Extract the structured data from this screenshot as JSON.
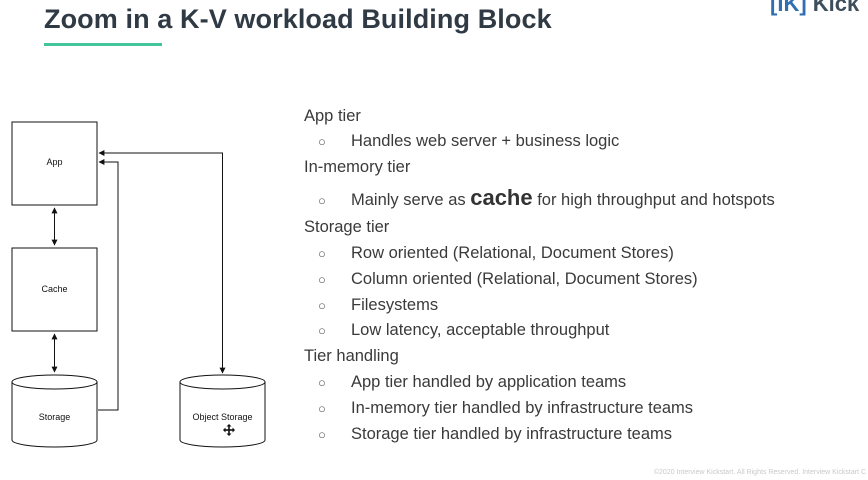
{
  "header": {
    "title": "Zoom in a K-V workload Building Block",
    "logo_bracket": "[IK]",
    "logo_text": "Kick"
  },
  "diagram": {
    "app_label": "App",
    "cache_label": "Cache",
    "storage_label": "Storage",
    "object_storage_label": "Object Storage",
    "move_icon": "move-cross-icon"
  },
  "tiers": {
    "app": {
      "title": "App tier",
      "bullet_1": "Handles web server + business logic"
    },
    "memory": {
      "title": "In-memory tier",
      "bullet_1_before": "Mainly serve as ",
      "bullet_1_emph": "cache",
      "bullet_1_after": " for high throughput and hotspots"
    },
    "storage": {
      "title": "Storage tier",
      "bullet_1": "Row oriented (Relational, Document Stores)",
      "bullet_2": "Column oriented (Relational, Document Stores)",
      "bullet_3": "Filesystems",
      "bullet_4": "Low latency, acceptable throughput"
    },
    "handling": {
      "title": "Tier handling",
      "bullet_1": "App tier handled by application teams",
      "bullet_2": "In-memory tier handled by infrastructure teams",
      "bullet_3": "Storage tier handled by infrastructure teams"
    }
  },
  "marker": "○",
  "footer": "©2020 Interview Kickstart. All Rights Reserved. Interview Kickstart C",
  "colors": {
    "title": "#2f3a44",
    "accent": "#43c59b",
    "logo_blue": "#2f6fb2"
  }
}
